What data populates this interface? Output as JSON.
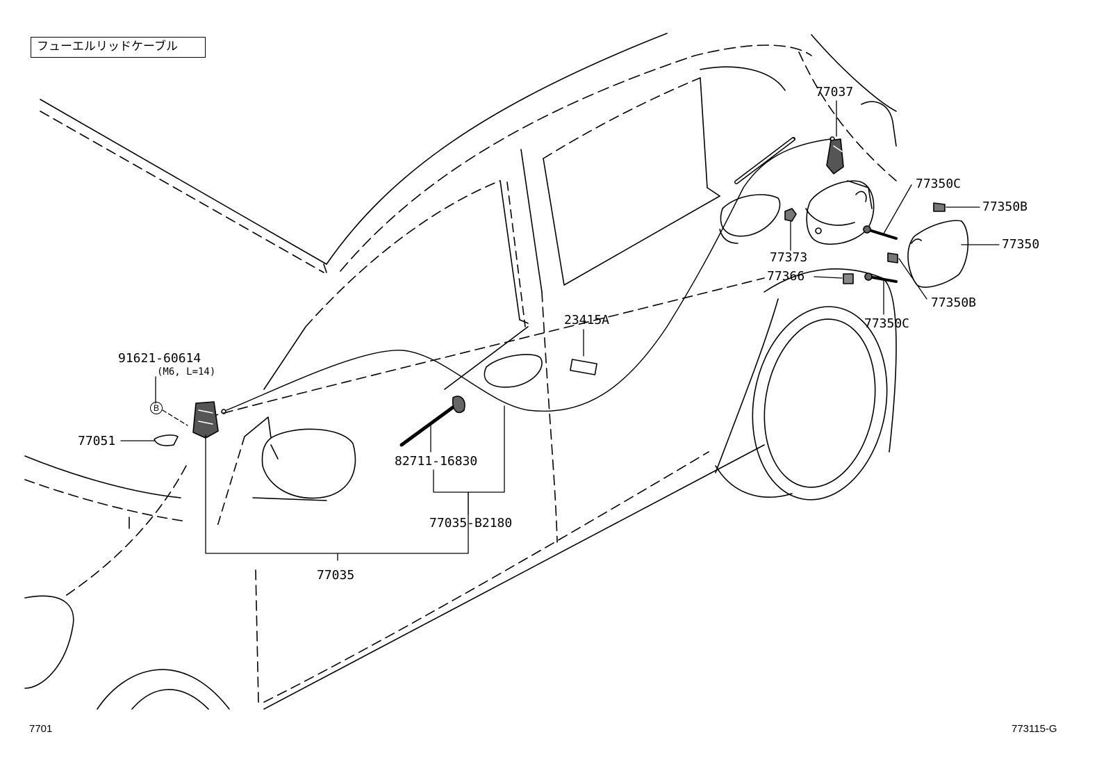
{
  "diagram": {
    "title": "フューエルリッドケーブル",
    "parts": {
      "p77037": "77037",
      "p77350C_top": "77350C",
      "p77350B_top": "77350B",
      "p77350": "77350",
      "p77373": "77373",
      "p77366": "77366",
      "p77350B_bottom": "77350B",
      "p77350C_bottom": "77350C",
      "p23415A": "23415A",
      "p91621": "91621-60614",
      "p91621_spec": "(M6, L=14)",
      "p77051": "77051",
      "p82711": "82711-16830",
      "p77035B2180": "77035-B2180",
      "p77035": "77035"
    },
    "bolt_symbol": "B",
    "footer_left": "7701",
    "footer_right": "773115-G"
  }
}
